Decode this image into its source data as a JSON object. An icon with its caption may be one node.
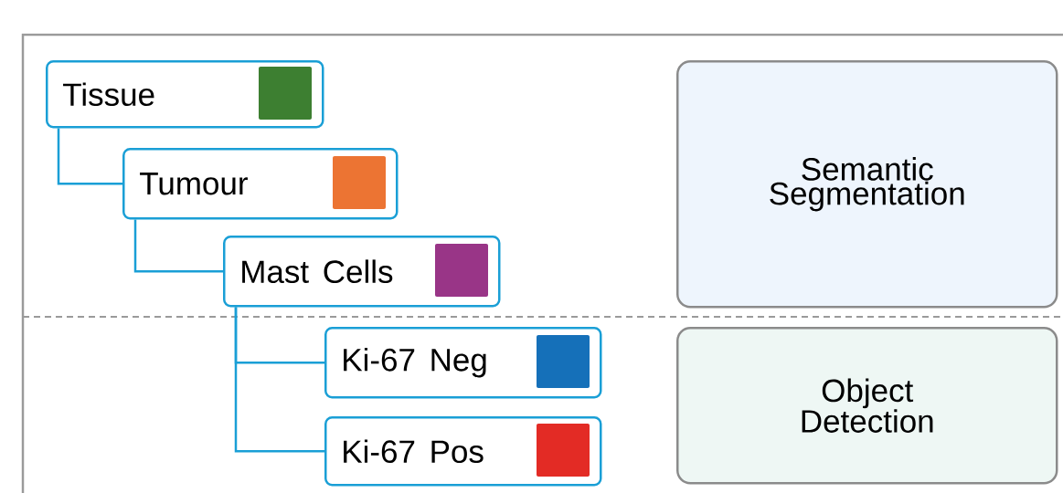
{
  "diagram": {
    "nodes": [
      {
        "text": [
          "Tissue"
        ]
      },
      {
        "text": [
          "Tumour"
        ]
      },
      {
        "text": [
          "Mast Cells"
        ]
      },
      {
        "text": [
          "Ki-67 Neg"
        ]
      },
      {
        "text": [
          "Ki-67 Pos"
        ]
      },
      {
        "text": [
          "Semantic Segmentation"
        ]
      },
      {
        "text": [
          "Object Detection"
        ]
      }
    ],
    "edges": [
      {
        "from": 0,
        "to": 1,
        "arrow": "none"
      },
      {
        "from": 1,
        "to": 2,
        "arrow": "none"
      },
      {
        "from": 2,
        "to": 3,
        "arrow": "none"
      },
      {
        "from": 2,
        "to": 4,
        "arrow": "none"
      }
    ]
  }
}
